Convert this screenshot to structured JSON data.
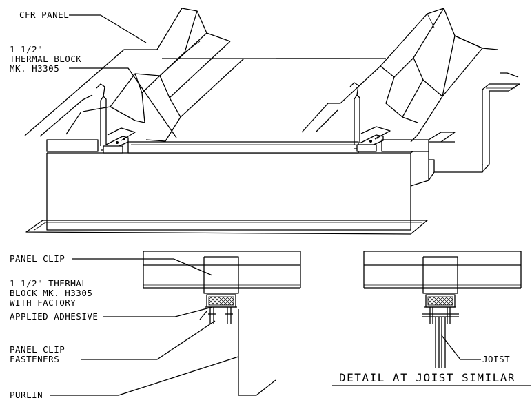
{
  "labels": {
    "cfr_panel": "CFR PANEL",
    "thermal_block_1": "1 1/2\"",
    "thermal_block_2": "THERMAL BLOCK",
    "thermal_block_3": "MK. H3305",
    "panel_clip": "PANEL CLIP",
    "tb_adhesive_1": "1 1/2\" THERMAL",
    "tb_adhesive_2": "BLOCK MK. H3305",
    "tb_adhesive_3": "WITH FACTORY",
    "tb_adhesive_4": "APPLIED ADHESIVE",
    "fasteners_1": "PANEL CLIP",
    "fasteners_2": "FASTENERS",
    "purlin": "PURLIN",
    "joist": "JOIST",
    "detail_title": "DETAIL AT JOIST SIMILAR"
  }
}
